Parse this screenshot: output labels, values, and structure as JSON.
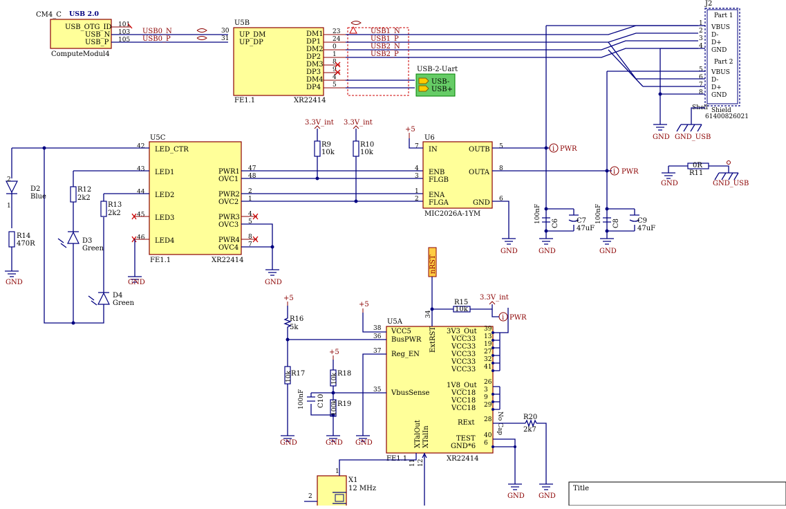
{
  "header_block": {
    "cm4_ref": "CM4_C",
    "cm4_title": "USB 2.0",
    "cm4_pins": [
      "USB_OTG_ID",
      "USB_N",
      "USB_P"
    ],
    "cm4_pin_numbers": [
      "101",
      "103",
      "105"
    ],
    "cm4_name": "ComputeModul4"
  },
  "nets": {
    "usb0_n": "USB0_N",
    "usb0_p": "USB0_P",
    "usb1_n": "USB1_N",
    "usb1_p": "USB1_P",
    "usb2_n": "USB2_N",
    "usb2_p": "USB2_P",
    "pwr": "PWR",
    "gnd": "GND",
    "gnd_usb": "GND_USB",
    "v33int": "3.3V_int",
    "v5": "+5",
    "nrst": "nRST"
  },
  "u5b": {
    "ref": "U5B",
    "left_pins": [
      "UP_DM",
      "UP_DP"
    ],
    "left_nums": [
      "30",
      "31"
    ],
    "right_pins": [
      "DM1",
      "DP1",
      "DM2",
      "DP2",
      "DM3",
      "DP3",
      "DM4",
      "DP4"
    ],
    "right_nums": [
      "23",
      "24",
      "0",
      "1",
      "8",
      "9",
      "4",
      "5"
    ],
    "foot_left": "FE1.1",
    "foot_right": "XR22414"
  },
  "uart": {
    "title": "USB-2-Uart",
    "pins": [
      "USB-",
      "USB+"
    ]
  },
  "j2": {
    "ref": "J2",
    "part1": "Part 1",
    "part2": "Part 2",
    "pins1": [
      "VBUS",
      "D-",
      "D+",
      "GND"
    ],
    "nums1": [
      "1",
      "2",
      "3",
      "4"
    ],
    "pins2": [
      "VBUS",
      "D-",
      "D+",
      "GND"
    ],
    "nums2": [
      "5",
      "6",
      "7",
      "8"
    ],
    "shell": "Shell",
    "shield": "Shield",
    "part_no": "61400826021"
  },
  "u5c": {
    "ref": "U5C",
    "left_pins": [
      "LED_CTR",
      "LED1",
      "LED2",
      "LED3",
      "LED4"
    ],
    "left_nums": [
      "42",
      "43",
      "44",
      "45",
      "46"
    ],
    "right_pins": [
      "PWR1",
      "OVC1",
      "PWR2",
      "OVC2",
      "PWR3",
      "OVC3",
      "PWR4",
      "OVC4"
    ],
    "right_nums": [
      "47",
      "48",
      "2",
      "1",
      "4",
      "5",
      "8",
      "7"
    ],
    "foot_left": "FE1.1",
    "foot_right": "XR22414"
  },
  "u6": {
    "ref": "U6",
    "pins_left": [
      "IN",
      "ENB",
      "FLGB",
      "ENA",
      "FLGA"
    ],
    "nums_left": [
      "7",
      "4",
      "3",
      "1",
      "2"
    ],
    "pins_right": [
      "OUTB",
      "OUTA",
      "GND"
    ],
    "nums_right": [
      "5",
      "8",
      "6"
    ],
    "part": "MIC2026A-1YM"
  },
  "components": {
    "d2": "D2",
    "d2_val": "Blue",
    "d3": "D3",
    "d3_val": "Green",
    "d4": "D4",
    "d4_val": "Green",
    "r12": "R12",
    "r12_val": "2k2",
    "r13": "R13",
    "r13_val": "2k2",
    "r14": "R14",
    "r14_val": "470R",
    "r9": "R9",
    "r9_val": "10k",
    "r10": "R10",
    "r10_val": "10k",
    "c6": "C6",
    "c6_val": "100nF",
    "c7": "C7",
    "c7_val": "47uF",
    "c8": "C8",
    "c8_val": "100nF",
    "c9": "C9",
    "c9_val": "47uF",
    "r11": "R11",
    "r11_val": "0R",
    "r15": "R15",
    "r15_val": "10k",
    "r16": "R16",
    "r16_val": "5k",
    "r17": "R17",
    "r17_val": "10k",
    "r18": "R18",
    "r18_val": "10k",
    "r19": "R19",
    "r19_val": "100k",
    "c10": "C10",
    "c10_val": "100nF",
    "r20": "R20",
    "r20_val": "2k7",
    "x1": "X1",
    "x1_val": "12 MHz"
  },
  "u5a": {
    "ref": "U5A",
    "left_pins": [
      "VCC5",
      "BusPWR",
      "Reg_EN",
      "VbusSense"
    ],
    "left_nums": [
      "38",
      "36",
      "37",
      "35"
    ],
    "top_pin": "ExtRST",
    "top_num": "34",
    "right_pins": [
      "3V3_Out",
      "VCC33",
      "VCC33",
      "VCC33",
      "VCC33",
      "VCC33",
      "1V8_Out",
      "VCC18",
      "VCC18",
      "VCC18",
      "RExt",
      "TEST",
      "GND*6"
    ],
    "right_nums": [
      "39",
      "13",
      "19",
      "27",
      "32",
      "41",
      "26",
      "3",
      "9",
      "29",
      "28",
      "40",
      "6"
    ],
    "bottom_pins": [
      "XTalOut",
      "XTalIn"
    ],
    "bottom_nums": [
      "11",
      "12"
    ],
    "foot_left": "FE1.1",
    "foot_right": "XR22414",
    "side_note": "No Cap"
  },
  "title_block": {
    "label": "Title"
  }
}
